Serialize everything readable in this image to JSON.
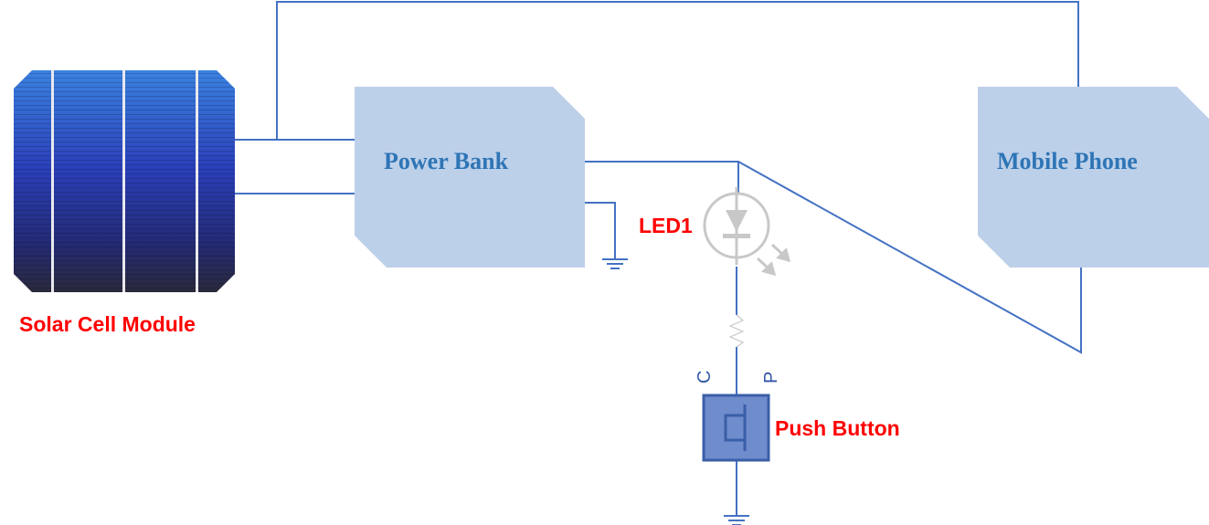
{
  "labels": {
    "solar": "Solar Cell Module",
    "power_bank": "Power Bank",
    "mobile_phone": "Mobile Phone",
    "led": "LED1",
    "push_button": "Push Button",
    "pin_c": "C",
    "pin_p": "P"
  },
  "colors": {
    "wire": "#4472c4",
    "block_fill": "#bdd0e9",
    "block_text": "#2e75b6",
    "label_red": "#ff0000",
    "led_gray": "#c8c8c8",
    "button_fill": "#6f8ccc",
    "button_stroke": "#3a5fa8"
  }
}
